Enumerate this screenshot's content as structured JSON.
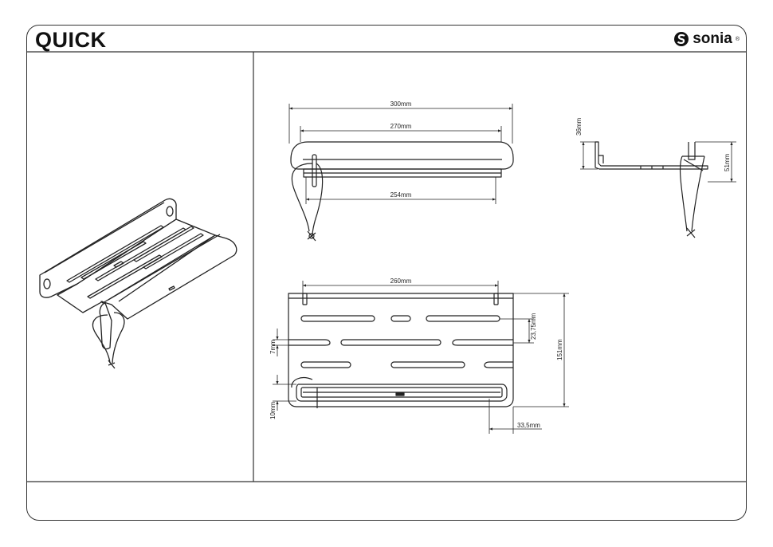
{
  "header": {
    "title": "QUICK",
    "brand": "sonia"
  },
  "dimensions": {
    "front_overall_width": "300mm",
    "front_inner_width": "270mm",
    "front_bar_width": "254mm",
    "side_height_top": "36mm",
    "side_height_total": "51mm",
    "top_width": "260mm",
    "top_slot_pitch": "23,75mm",
    "top_depth": "151mm",
    "top_gap_small": "7mm",
    "top_gap_bottom": "10mm",
    "top_offset": "33,5mm"
  }
}
